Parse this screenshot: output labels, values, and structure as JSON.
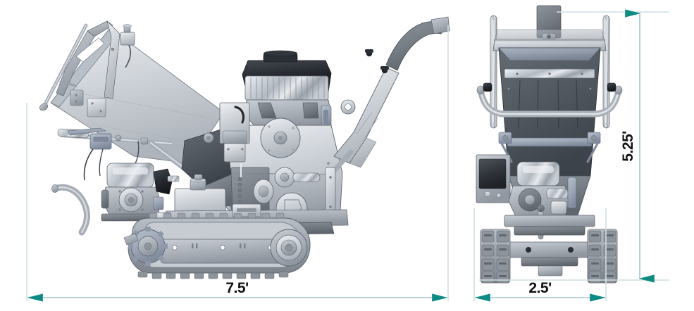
{
  "document": {
    "type": "technical-specification-drawing",
    "subject": "Tracked walk-behind wood chipper",
    "background_color": "#ffffff"
  },
  "views": [
    {
      "id": "side-view",
      "name": "Side elevation view",
      "position": "left"
    },
    {
      "id": "front-view",
      "name": "Front elevation view",
      "position": "right"
    }
  ],
  "dimensions": {
    "length": {
      "label": "7.5'",
      "axis": "horizontal",
      "applies_to": "side-view",
      "arrow_color": "#0e8a84",
      "line_color": "#9fc6cd"
    },
    "width": {
      "label": "2.5'",
      "axis": "horizontal",
      "applies_to": "front-view",
      "arrow_color": "#0e8a84",
      "line_color": "#9fc6cd"
    },
    "height": {
      "label": "5.25'",
      "axis": "vertical",
      "applies_to": "front-view",
      "arrow_color": "#0e8a84",
      "line_color": "#9fc6cd"
    }
  },
  "colors": {
    "accent_teal": "#0e8a84",
    "dimension_line": "#9fc6cd",
    "extension_line": "#cfdde2",
    "metal_light": "#c9ced4",
    "metal_mid": "#a7adb5",
    "metal_dark": "#767d85",
    "metal_very_dark": "#4b5158",
    "text": "#111111"
  },
  "machine_parts": {
    "side_view": [
      "feed-hopper-tray",
      "hopper-handle-frame",
      "safety-bar",
      "control-handlebar",
      "auxiliary-engine",
      "main-engine",
      "engine-air-filter",
      "chipper-housing",
      "flywheel-pulley",
      "discharge-chute",
      "chute-deflector",
      "hydraulic-tank",
      "track-assembly",
      "drive-sprocket",
      "idler-wheel",
      "track-rollers",
      "muffler"
    ],
    "front_view": [
      "feed-hopper-funnel",
      "roll-cage-uprights",
      "handlebar-crossbar",
      "engine",
      "chassis-frame",
      "left-track",
      "right-track",
      "control-panel-box"
    ]
  }
}
